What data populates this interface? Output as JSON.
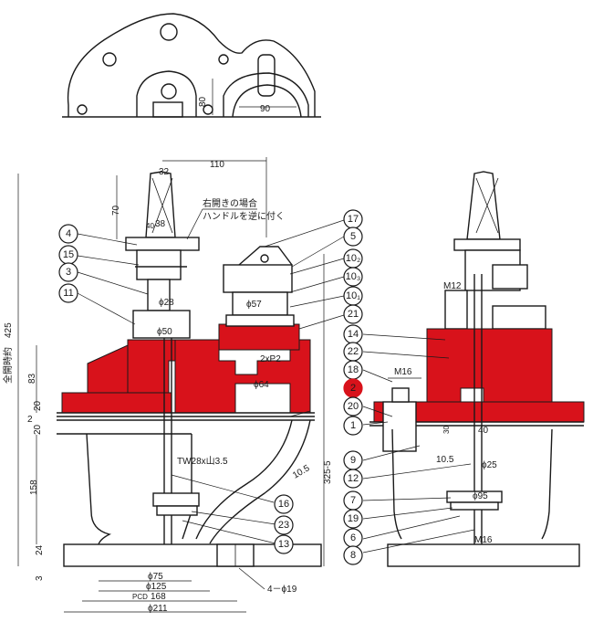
{
  "top_view": {
    "dim_80": "80",
    "dim_90": "90"
  },
  "front_view": {
    "dim_110": "110",
    "dim_32": "32",
    "dim_70": "70",
    "dim_40": "40",
    "dim_38": "38",
    "dim_28": "ϕ28",
    "dim_50": "ϕ50",
    "dim_57": "ϕ57",
    "dim_64": "ϕ64",
    "dim_2xp2": "2xP2",
    "dim_425": "425",
    "dim_full_open": "全開時",
    "dim_about": "約",
    "dim_83": "83",
    "dim_20a": "20",
    "dim_2": "2",
    "dim_20b": "20",
    "dim_158": "158",
    "dim_24": "24",
    "dim_3": "3",
    "dim_325": "325-5",
    "dim_105": "10.5",
    "thread": "TW28x山3.5",
    "dim_75": "ϕ75",
    "dim_125": "ϕ125",
    "dim_pcd": "PCD",
    "dim_168": "168",
    "dim_211": "ϕ211",
    "bolt_holes": "4－ϕ19",
    "note_line1": "右開きの場合",
    "note_line2": "ハンドルを逆に付く"
  },
  "side_view": {
    "dim_m12": "M12",
    "dim_m16": "M16",
    "dim_30": "30",
    "dim_40": "40",
    "dim_105": "10.5",
    "dim_25": "ϕ25",
    "dim_95": "ϕ95",
    "dim_m16b": "M16"
  },
  "callouts": [
    {
      "label": "4"
    },
    {
      "label": "15"
    },
    {
      "label": "3"
    },
    {
      "label": "11"
    },
    {
      "label": "17"
    },
    {
      "label": "5"
    },
    {
      "label": "10₂"
    },
    {
      "label": "10₃"
    },
    {
      "label": "10₁"
    },
    {
      "label": "21"
    },
    {
      "label": "14"
    },
    {
      "label": "22"
    },
    {
      "label": "18"
    },
    {
      "label": "2"
    },
    {
      "label": "20"
    },
    {
      "label": "1"
    },
    {
      "label": "9"
    },
    {
      "label": "12"
    },
    {
      "label": "7"
    },
    {
      "label": "19"
    },
    {
      "label": "6"
    },
    {
      "label": "8"
    },
    {
      "label": "16"
    },
    {
      "label": "23"
    },
    {
      "label": "13"
    }
  ],
  "colors": {
    "highlight": "#d8121b",
    "line": "#1a1a1a"
  }
}
